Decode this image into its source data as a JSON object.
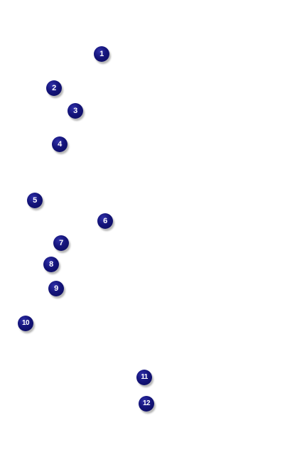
{
  "markers": [
    {
      "label": "1"
    },
    {
      "label": "2"
    },
    {
      "label": "3"
    },
    {
      "label": "4"
    },
    {
      "label": "5"
    },
    {
      "label": "6"
    },
    {
      "label": "7"
    },
    {
      "label": "8"
    },
    {
      "label": "9"
    },
    {
      "label": "10"
    },
    {
      "label": "11"
    },
    {
      "label": "12"
    }
  ],
  "colors": {
    "marker_fill": "#14147a",
    "marker_text": "#ffffff",
    "background": "#ffffff"
  }
}
